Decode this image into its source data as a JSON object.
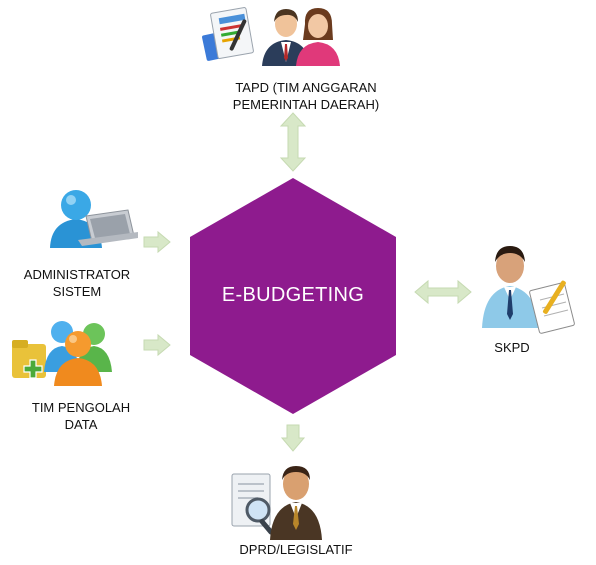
{
  "diagram": {
    "center": {
      "label": "E-BUDGETING"
    },
    "nodes": {
      "tapd": {
        "lines": [
          "TAPD (TIM ANGGARAN",
          "PEMERINTAH DAERAH)"
        ],
        "icon": "team-with-document-icon"
      },
      "admin": {
        "lines": [
          "ADMINISTRATOR",
          "SISTEM"
        ],
        "icon": "user-with-laptop-icon"
      },
      "data_team": {
        "lines": [
          "TIM PENGOLAH",
          "DATA"
        ],
        "icon": "user-group-icon"
      },
      "skpd": {
        "lines": [
          "SKPD"
        ],
        "icon": "officer-with-notepad-icon"
      },
      "dprd": {
        "lines": [
          "DPRD/LEGISLATIF"
        ],
        "icon": "official-with-magnifier-icon"
      }
    },
    "edges": [
      {
        "from": "tapd",
        "to": "center",
        "style": "bidirectional"
      },
      {
        "from": "admin",
        "to": "center",
        "style": "one-way"
      },
      {
        "from": "data_team",
        "to": "center",
        "style": "one-way"
      },
      {
        "from": "skpd",
        "to": "center",
        "style": "bidirectional"
      },
      {
        "from": "center",
        "to": "dprd",
        "style": "one-way"
      }
    ],
    "colors": {
      "hexagon": "#8e1b8e",
      "arrow": "#d8e8c8",
      "arrow_stroke": "#c6dab2"
    }
  }
}
